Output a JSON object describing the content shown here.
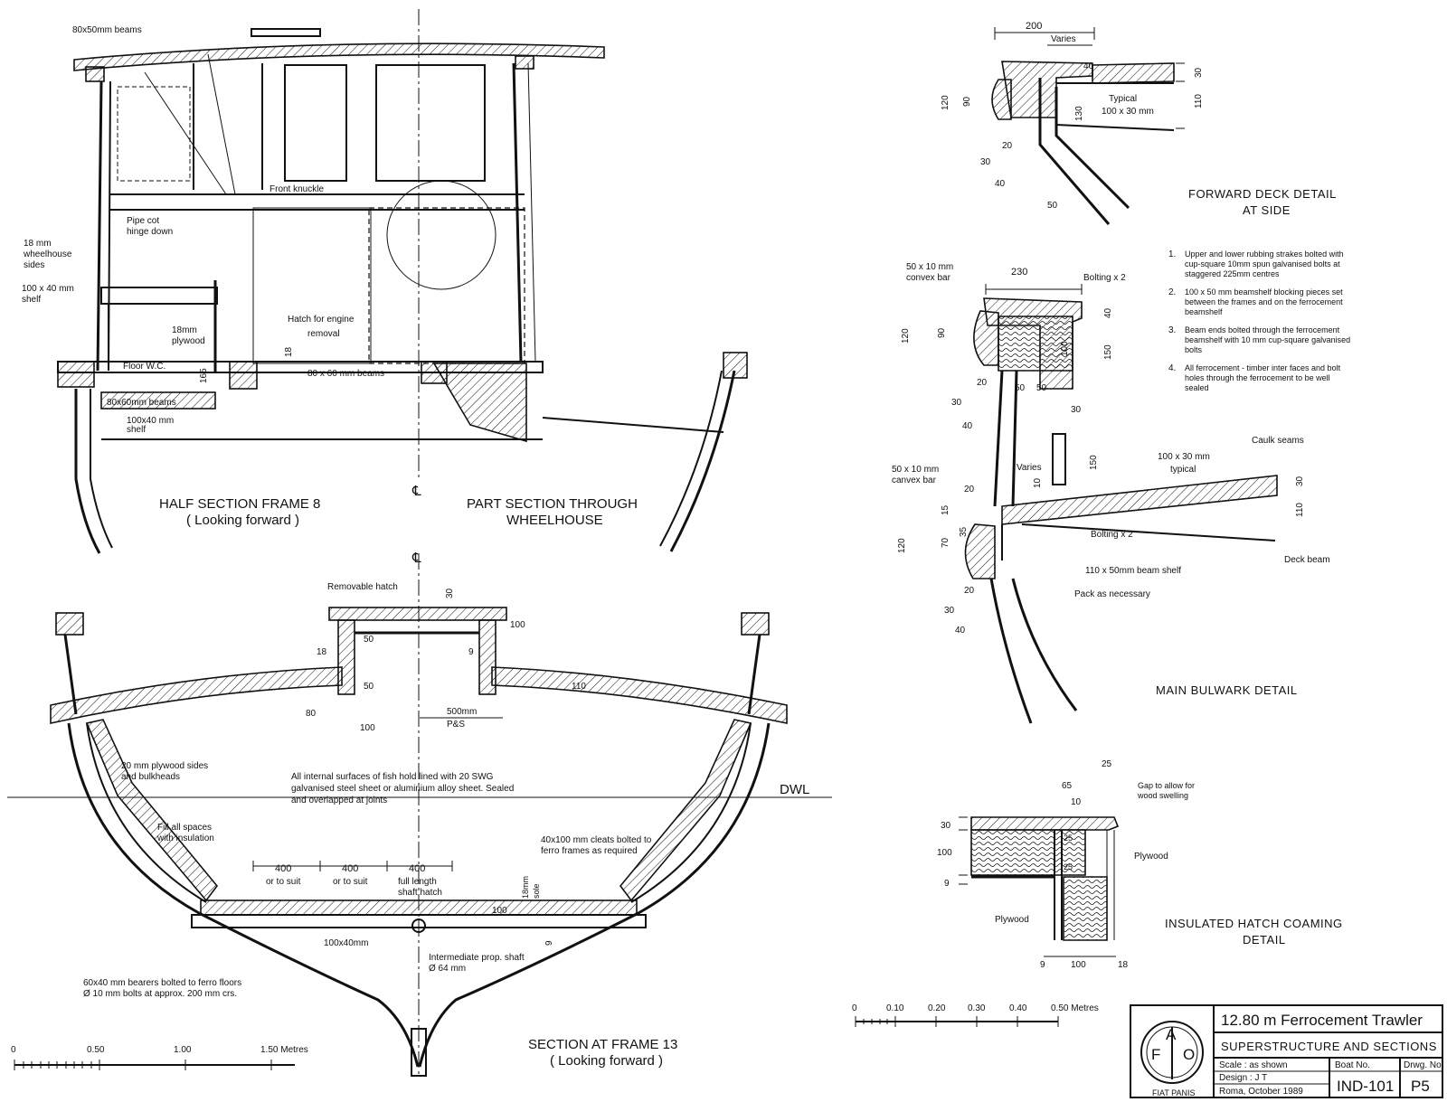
{
  "sections": {
    "half_section": {
      "title": "HALF SECTION FRAME 8",
      "subtitle": "( Looking forward )",
      "labels": {
        "beams_top": "80x50mm beams",
        "front_knuckle": "Front knuckle",
        "pipe_cot_1": "Pipe cot",
        "pipe_cot_2": "hinge down",
        "sides_1": "18 mm",
        "sides_2": "wheelhouse",
        "sides_3": "sides",
        "shelf_1": "100 x 40 mm",
        "shelf_2": "shelf",
        "hatch_1": "Hatch for engine",
        "hatch_2": "removal",
        "plywood_1": "18mm",
        "plywood_2": "plywood",
        "floor_wc": "Floor W.C.",
        "dim_165": "165",
        "dim_18": "18",
        "beams_80x60": "80x60mm beams",
        "beams_80x60_b": "80 x 60 mm beams",
        "shelf_b_1": "100x40 mm",
        "shelf_b_2": "shelf"
      }
    },
    "part_section": {
      "title_1": "PART SECTION THROUGH",
      "title_2": "WHEELHOUSE"
    },
    "centerline_symbol": "℄",
    "frame13": {
      "title": "SECTION AT FRAME 13",
      "subtitle": "( Looking forward )",
      "labels": {
        "removable_hatch": "Removable hatch",
        "dim_30": "30",
        "dim_100": "100",
        "dim_18": "18",
        "dim_50a": "50",
        "dim_50b": "50",
        "dim_9": "9",
        "dim_110": "110",
        "dim_80": "80",
        "dim_100b": "100",
        "ps_1": "500mm",
        "ps_2": "P&S",
        "plywood_1": "20 mm plywood sides",
        "plywood_2": "and bulkheads",
        "internal_1": "All internal surfaces of fish hold lined with 20 SWG",
        "internal_2": "galvanised steel sheet or aluminium alloy sheet. Sealed",
        "internal_3": "and overlapped at joints",
        "fill_1": "Fill all spaces",
        "fill_2": "with insulation",
        "cleats_1": "40x100 mm cleats bolted to",
        "cleats_2": "ferro frames as required",
        "dwl": "DWL",
        "hatch_dims": [
          "400",
          "400",
          "400"
        ],
        "hatch_notes": [
          "or to suit",
          "or to suit",
          "full length"
        ],
        "shaft_hatch": "shaft hatch",
        "sole_1": "18mm",
        "sole_2": "sole",
        "dim_100c": "100",
        "dim_9b": "9",
        "bearer_dim": "100x40mm",
        "prop_1": "Intermediate prop. shaft",
        "prop_2": "Ø 64 mm",
        "bearers_1": "60x40 mm bearers bolted to ferro floors",
        "bearers_2": "Ø 10 mm bolts at approx. 200 mm crs."
      }
    },
    "forward_deck": {
      "title_1": "FORWARD DECK DETAIL",
      "title_2": "AT SIDE",
      "labels": {
        "d200": "200",
        "varies": "Varies",
        "d40": "40",
        "d30": "30",
        "d110": "110",
        "d120": "120",
        "d90": "90",
        "d130": "130",
        "typical": "Typical",
        "beam": "100 x 30 mm",
        "d20": "20",
        "d30b": "30",
        "d40b": "40",
        "d50": "50"
      }
    },
    "bulwark": {
      "title": "MAIN BULWARK DETAIL",
      "labels": {
        "bar_1": "50 x 10 mm",
        "bar_2": "convex bar",
        "d230": "230",
        "bolting": "Bolting x 2",
        "d40": "40",
        "d120": "120",
        "d90": "90",
        "d100": "100",
        "d150": "150",
        "d20": "20",
        "d50a": "50",
        "d50b": "50",
        "d30": "30",
        "d40b": "40",
        "d30b": "30",
        "varies": "Varies",
        "d10": "10",
        "d150b": "150",
        "beam_1": "100 x 30 mm",
        "beam_2": "typical",
        "caulk": "Caulk seams",
        "d30c": "30",
        "d110": "110",
        "bar2_1": "50 x 10 mm",
        "bar2_2": "canvex bar",
        "d20b": "20",
        "d15": "15",
        "d120b": "120",
        "d70": "70",
        "d35": "35",
        "bolting2": "Bolting x 2",
        "beam_shelf": "110 x 50mm beam shelf",
        "deck_beam": "Deck beam",
        "pack": "Pack as necessary",
        "d20c": "20",
        "d30d": "30",
        "d40c": "40"
      }
    },
    "notes": [
      [
        "1.",
        "Upper and lower rubbing strakes bolted with",
        "cup-square 10mm spun galvanised bolts at",
        "staggered 225mm centres"
      ],
      [
        "2.",
        "100 x 50 mm beamshelf blocking pieces set",
        "between the frames and on the ferrocement",
        "beamshelf"
      ],
      [
        "3.",
        "Beam ends bolted through the ferrocement",
        "beamshelf with 10 mm cup-square galvanised",
        "bolts"
      ],
      [
        "4.",
        "All ferrocement - timber inter faces and bolt",
        "holes through the ferrocement to be well",
        "sealed"
      ]
    ],
    "hatch_coaming": {
      "title_1": "INSULATED HATCH COAMING",
      "title_2": "DETAIL",
      "labels": {
        "d25": "25",
        "d65": "65",
        "d10": "10",
        "gap_1": "Gap to allow for",
        "gap_2": "wood swelling",
        "d30": "30",
        "d100": "100",
        "d9": "9",
        "d25a": "25",
        "d25b": "25",
        "plywood_r": "Plywood",
        "plywood_l": "Plywood",
        "d9b": "9",
        "d100b": "100",
        "d18": "18"
      }
    }
  },
  "scales": {
    "left": [
      "0",
      "0.50",
      "1.00",
      "1.50 Metres"
    ],
    "right": [
      "0",
      "0.10",
      "0.20",
      "0.30",
      "0.40",
      "0.50 Metres"
    ]
  },
  "title_block": {
    "logo_letters": [
      "F",
      "A",
      "O"
    ],
    "motto": "FIAT PANIS",
    "project": "12.80 m  Ferrocement Trawler",
    "sheet_title": "SUPERSTRUCTURE AND SECTIONS",
    "scale": "Scale :  as shown",
    "design": "Design :  J T",
    "place_date": "Roma, October 1989",
    "boat_no_label": "Boat    No.",
    "drwg_no_label": "Drwg. No.",
    "boat_no": "IND-101",
    "drwg_no": "P5"
  }
}
